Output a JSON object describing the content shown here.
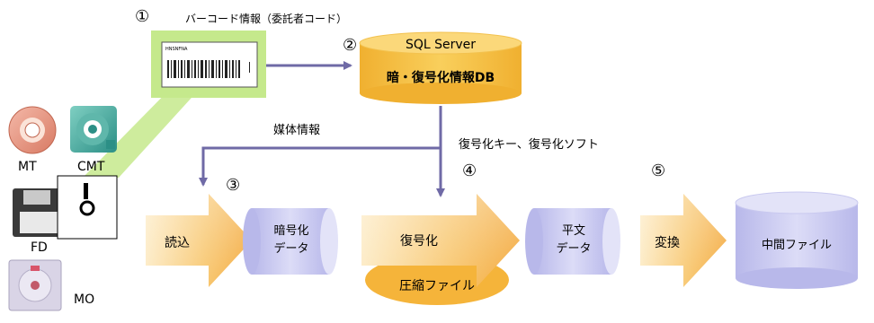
{
  "steps": {
    "s1": "①",
    "s2": "②",
    "s3": "③",
    "s4": "④",
    "s5": "⑤"
  },
  "barcode": {
    "caption": "バーコード情報（委託者コード）",
    "small_text": "HNSNFNA"
  },
  "database": {
    "title": "SQL Server",
    "subtitle": "暗・復号化情報DB"
  },
  "flow_labels": {
    "media_info": "媒体情報",
    "decrypt_key": "復号化キー、復号化ソフト"
  },
  "media": {
    "mt": "MT",
    "cmt": "CMT",
    "fd": "FD",
    "mo": "MO"
  },
  "process": {
    "read": "読込",
    "encrypted_line1": "暗号化",
    "encrypted_line2": "データ",
    "decrypt": "復号化",
    "compressed": "圧縮ファイル",
    "plain_line1": "平文",
    "plain_line2": "データ",
    "convert": "変換",
    "intermediate": "中間ファイル"
  },
  "colors": {
    "arrow_line": "#6f6aa6",
    "db_fill": "#f5bc3c",
    "db_top": "#fbd87a",
    "cyl_fill": "#c9c9ef",
    "cyl_top": "#e3e3f8",
    "callout_green": "#c5e98c",
    "orange_arrow": "#f5b04a"
  }
}
